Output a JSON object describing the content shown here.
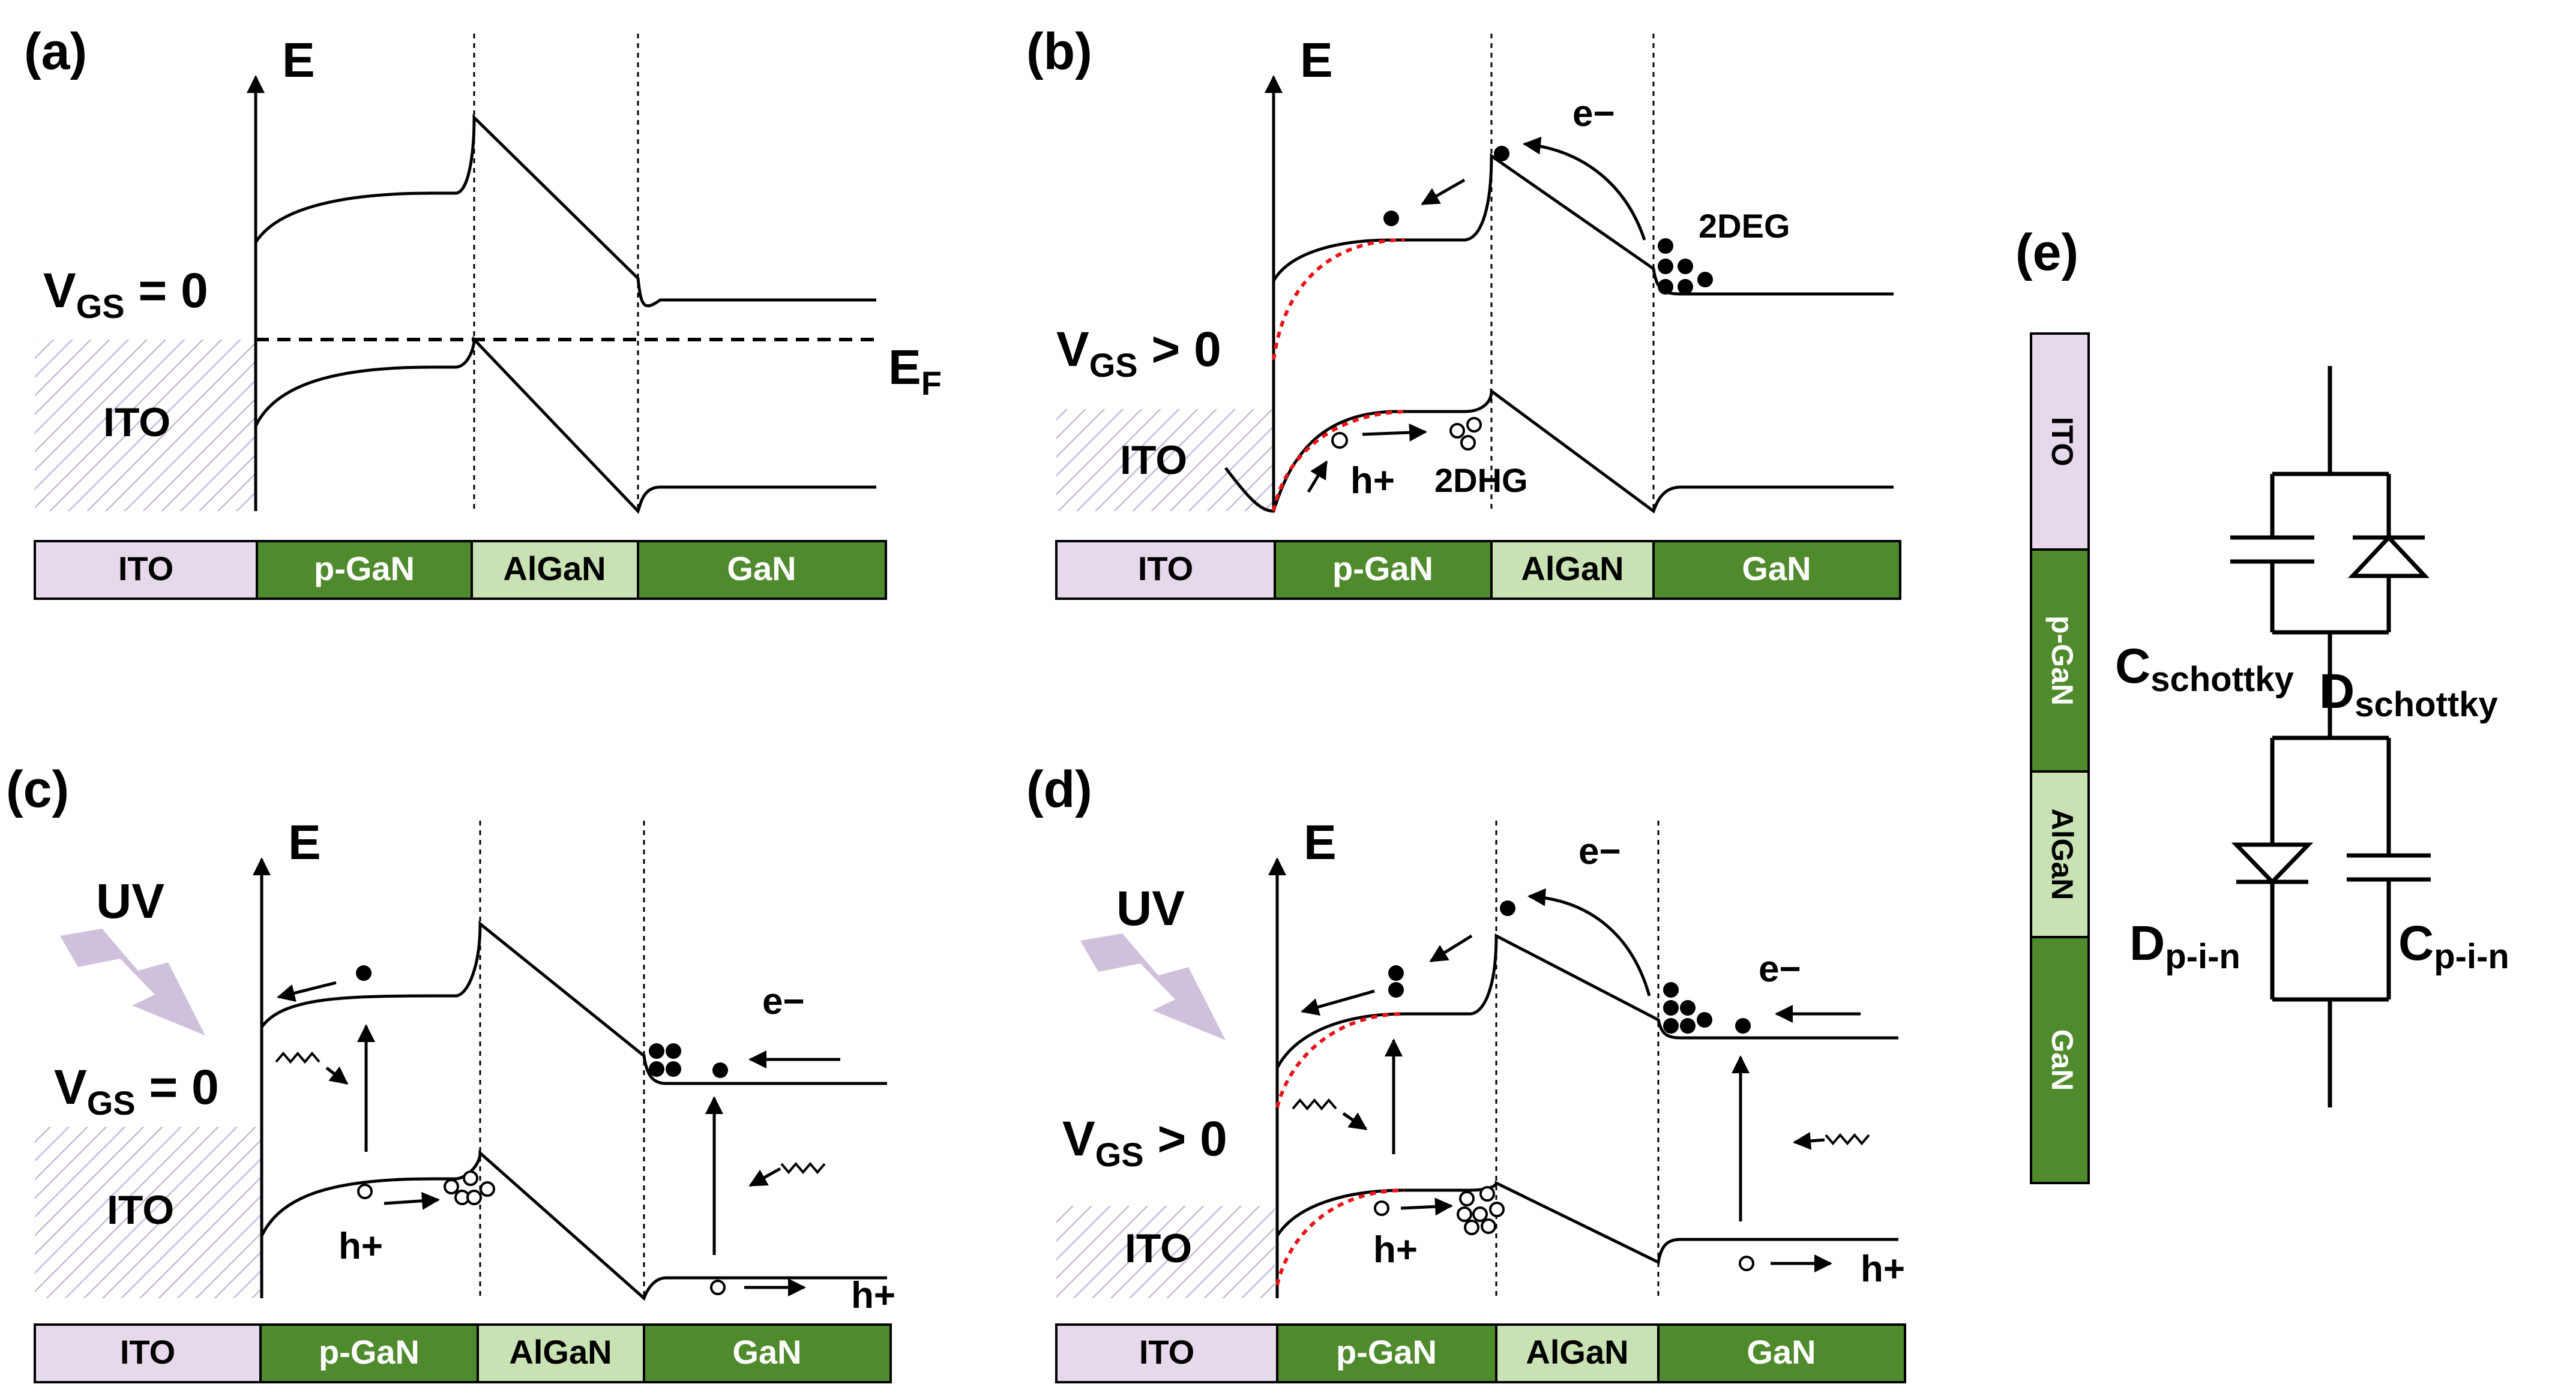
{
  "panels": {
    "a": {
      "label": "(a)",
      "energy_axis": "E",
      "bias": {
        "main": "V",
        "sub": "GS",
        "rest": " = 0"
      },
      "fermi": {
        "main": "E",
        "sub": "F"
      },
      "ito_label": "ITO"
    },
    "b": {
      "label": "(b)",
      "energy_axis": "E",
      "bias": {
        "main": "V",
        "sub": "GS",
        "rest": " > 0"
      },
      "ito_label": "ITO",
      "electron_label": "e−",
      "hole_label": "h+",
      "twodeg": "2DEG",
      "twodhg": "2DHG"
    },
    "c": {
      "label": "(c)",
      "energy_axis": "E",
      "uv": "UV",
      "bias": {
        "main": "V",
        "sub": "GS",
        "rest": " = 0"
      },
      "ito_label": "ITO",
      "electron_label": "e−",
      "hole_label_1": "h+",
      "hole_label_2": "h+"
    },
    "d": {
      "label": "(d)",
      "energy_axis": "E",
      "uv": "UV",
      "bias": {
        "main": "V",
        "sub": "GS",
        "rest": " > 0"
      },
      "ito_label": "ITO",
      "electron_label_1": "e−",
      "electron_label_2": "e−",
      "hole_label_1": "h+",
      "hole_label_2": "h+"
    },
    "e": {
      "label": "(e)",
      "c_schottky": {
        "main": "C",
        "sub": "schottky"
      },
      "d_schottky": {
        "main": "D",
        "sub": "schottky"
      },
      "d_pin": {
        "main": "D",
        "sub": "p-i-n"
      },
      "c_pin": {
        "main": "C",
        "sub": "p-i-n"
      }
    }
  },
  "layer_bar": {
    "ito": "ITO",
    "pgan": "p-GaN",
    "algan": "AlGaN",
    "gan": "GaN"
  },
  "vertical_stack": [
    "ITO",
    "p-GaN",
    "AlGaN",
    "GaN"
  ],
  "colors": {
    "ito": "#e6d9ec",
    "pgan": "#4f8a2c",
    "algan": "#c8e2b3",
    "gan": "#4f8a2c",
    "fit_curve": "#e8141a",
    "uv_arrow": "#cfc1dc",
    "hatch": "#c9b8dd"
  }
}
